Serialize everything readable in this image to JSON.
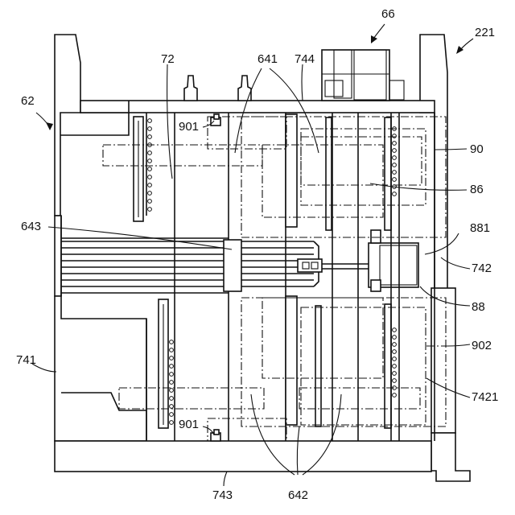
{
  "labels": {
    "l62": "62",
    "l66": "66",
    "l221": "221",
    "l72": "72",
    "l641": "641",
    "l744": "744",
    "l901a": "901",
    "l90": "90",
    "l86": "86",
    "l643": "643",
    "l881": "881",
    "l742": "742",
    "l88": "88",
    "l741": "741",
    "l902": "902",
    "l7421": "7421",
    "l901b": "901",
    "l743": "743",
    "l642": "642"
  },
  "colors": {
    "line": "#111111",
    "background": "#ffffff"
  }
}
